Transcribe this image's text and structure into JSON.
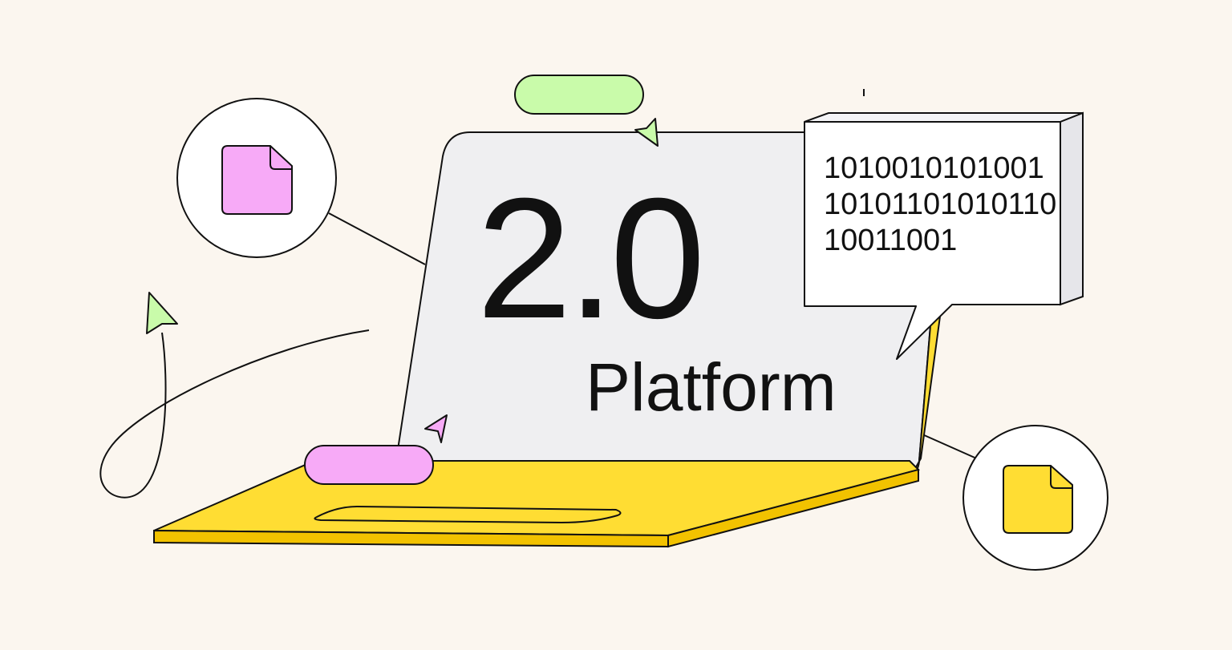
{
  "screen": {
    "version": "2.0",
    "subtitle": "Platform"
  },
  "bubble": {
    "lines": [
      "1010010101001",
      "10101101010110",
      "10011001"
    ]
  },
  "icons": {
    "left": "document-icon",
    "right": "document-icon"
  },
  "colors": {
    "background": "#FBF6EF",
    "screen": "#EFEFF1",
    "laptop_base": "#FFDD33",
    "pill_green": "#C9FBAA",
    "pill_pink": "#F7AAF7",
    "doc_pink": "#F7AAF7",
    "doc_yellow": "#FFDD33",
    "stroke": "#111111"
  }
}
